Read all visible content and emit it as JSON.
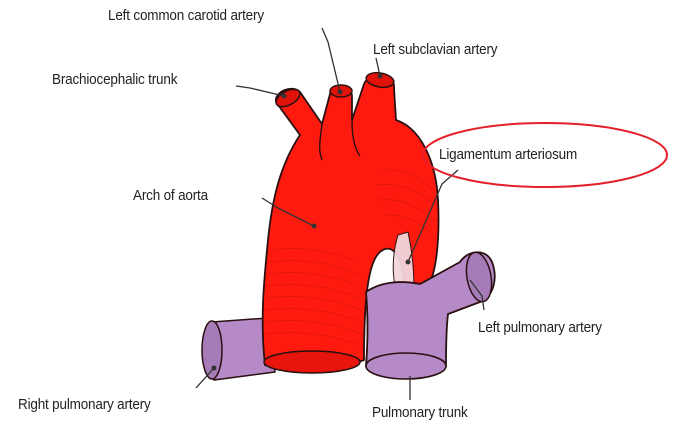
{
  "labels": {
    "left_common_carotid": "Left common carotid artery",
    "left_subclavian": "Left subclavian artery",
    "brachiocephalic": "Brachiocephalic trunk",
    "ligamentum": "Ligamentum arteriosum",
    "arch": "Arch of aorta",
    "left_pulmonary": "Left pulmonary artery",
    "right_pulmonary": "Right pulmonary artery",
    "pulmonary_trunk": "Pulmonary trunk"
  },
  "colors": {
    "aorta": "#ff1a10",
    "aorta_shade": "#c8140c",
    "pulmonary": "#b58ac6",
    "pulmonary_shade": "#9a6fb0",
    "ligament": "#f2d6dc",
    "highlight": "#e4202a",
    "outline": "#2a1010"
  },
  "highlighted_label": "Ligamentum arteriosum"
}
